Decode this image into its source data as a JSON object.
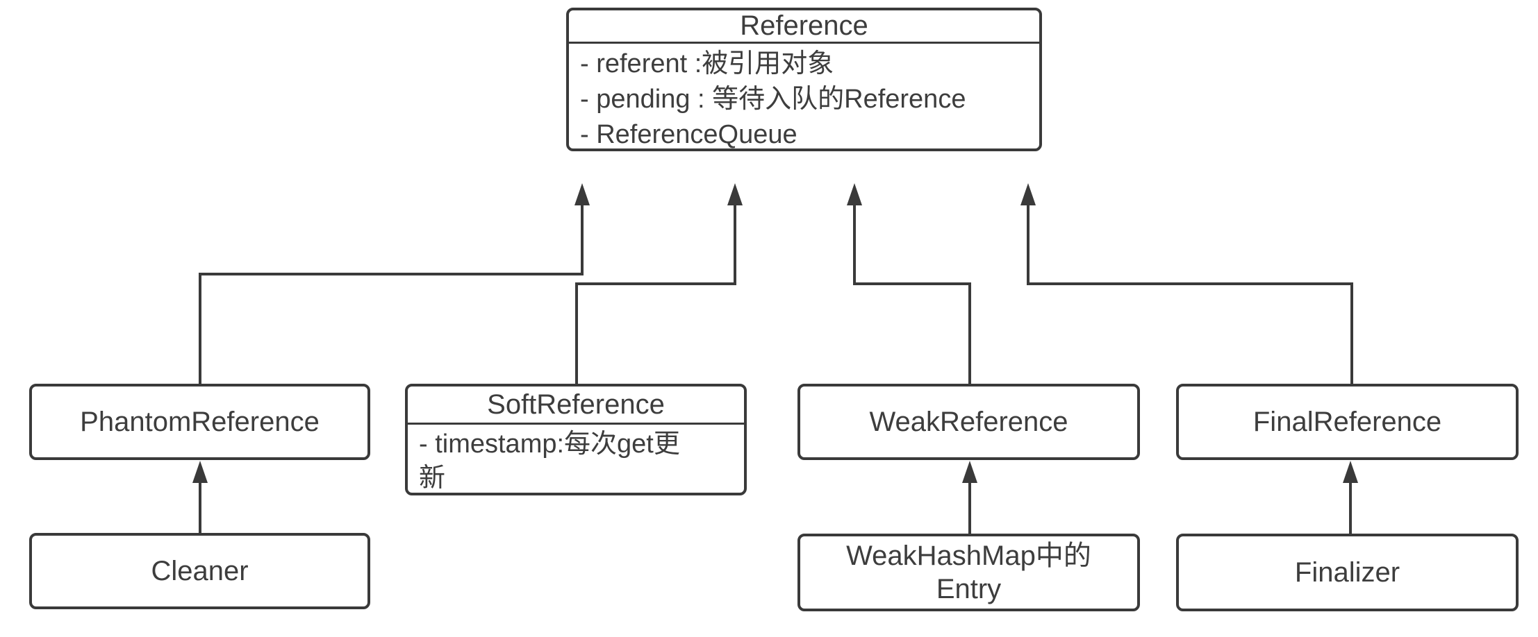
{
  "colors": {
    "line": "#3a3a3a",
    "text": "#3d3d3d",
    "background": "#ffffff"
  },
  "classes": {
    "reference": {
      "name": "Reference",
      "attributes": [
        "- referent :被引用对象",
        "- pending : 等待入队的Reference",
        "- ReferenceQueue"
      ]
    },
    "phantom_reference": {
      "name": "PhantomReference"
    },
    "soft_reference": {
      "name": "SoftReference",
      "attributes": [
        "- timestamp:每次get更新"
      ]
    },
    "weak_reference": {
      "name": "WeakReference"
    },
    "final_reference": {
      "name": "FinalReference"
    },
    "cleaner": {
      "name": "Cleaner"
    },
    "weak_hash_map_entry": {
      "name": "WeakHashMap中的Entry"
    },
    "finalizer": {
      "name": "Finalizer"
    }
  },
  "relations": [
    {
      "from": "PhantomReference",
      "to": "Reference",
      "type": "generalization"
    },
    {
      "from": "SoftReference",
      "to": "Reference",
      "type": "generalization"
    },
    {
      "from": "WeakReference",
      "to": "Reference",
      "type": "generalization"
    },
    {
      "from": "FinalReference",
      "to": "Reference",
      "type": "generalization"
    },
    {
      "from": "Cleaner",
      "to": "PhantomReference",
      "type": "generalization"
    },
    {
      "from": "WeakHashMap中的Entry",
      "to": "WeakReference",
      "type": "generalization"
    },
    {
      "from": "Finalizer",
      "to": "FinalReference",
      "type": "generalization"
    }
  ]
}
